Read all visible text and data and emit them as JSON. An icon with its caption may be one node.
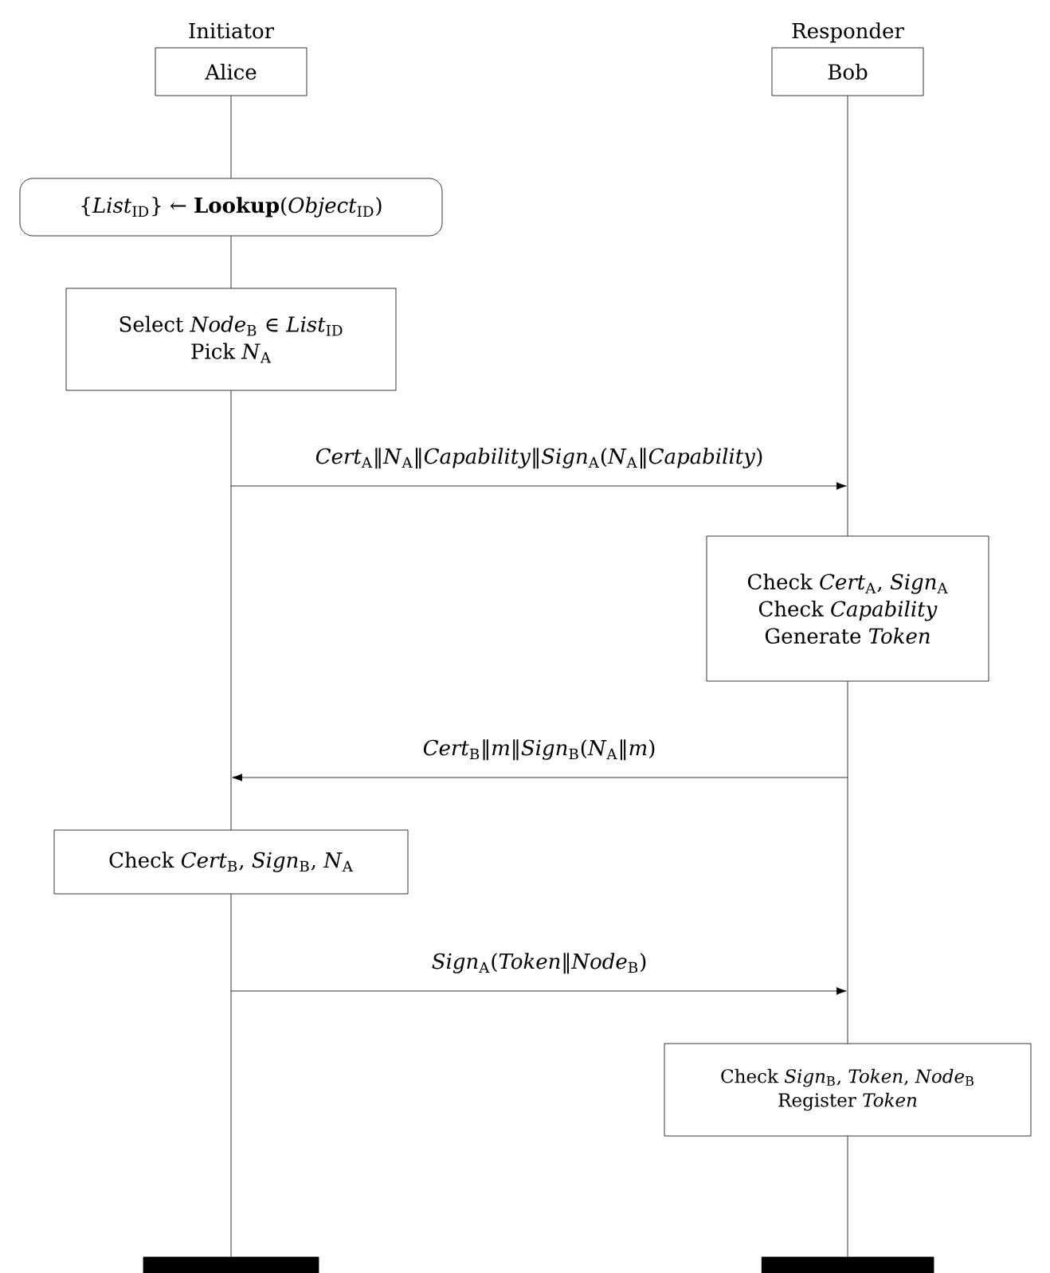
{
  "diagram": {
    "nodes": [
      {
        "text": [
          "Initiator",
          "Alice"
        ]
      },
      {
        "text": [
          "Responder",
          "Bob"
        ]
      },
      {
        "text": [
          "{*List*$_{ID}$} ← **Lookup**(*Object*$_{ID}$)"
        ]
      },
      {
        "text": [
          "Select *Node*$_{B}$ ∈ *List*$_{ID}$",
          "Pick *N*$_{A}$"
        ]
      },
      {
        "text": [
          "Check *Cert*$_{A}$, *Sign*$_{A}$",
          "Check *Capability*",
          "Generate *Token*"
        ]
      },
      {
        "text": [
          "Check *Cert*$_{B}$, *Sign*$_{B}$, *N*$_{A}$"
        ]
      },
      {
        "text": [
          "Check *Sign*$_{B}$, *Token*, *Node*$_{B}$",
          "Register *Token*"
        ]
      },
      {
        "text": [],
        "shape": "bar"
      },
      {
        "text": [],
        "shape": "bar"
      }
    ],
    "edges": [
      {
        "from": 0,
        "to": 2,
        "arrow": "none"
      },
      {
        "from": 2,
        "to": 3,
        "arrow": "none"
      },
      {
        "from": 3,
        "to": 5,
        "arrow": "none"
      },
      {
        "from": 5,
        "to": 7,
        "arrow": "none"
      },
      {
        "from": 1,
        "to": 4,
        "arrow": "none"
      },
      {
        "from": 4,
        "to": 6,
        "arrow": "none"
      },
      {
        "from": 6,
        "to": 8,
        "arrow": "none"
      }
    ],
    "labels": [
      "*Cert*$_{A}$‖*N*$_{A}$‖*Capability*‖*Sign*$_{A}$(*N*$_{A}$‖*Capability*)",
      "*Cert*$_{B}$‖*m*‖*Sign*$_{B}$(*N*$_{A}$‖*m*)",
      "*Sign*$_{A}$(*Token*‖*Node*$_{B}$)"
    ]
  }
}
